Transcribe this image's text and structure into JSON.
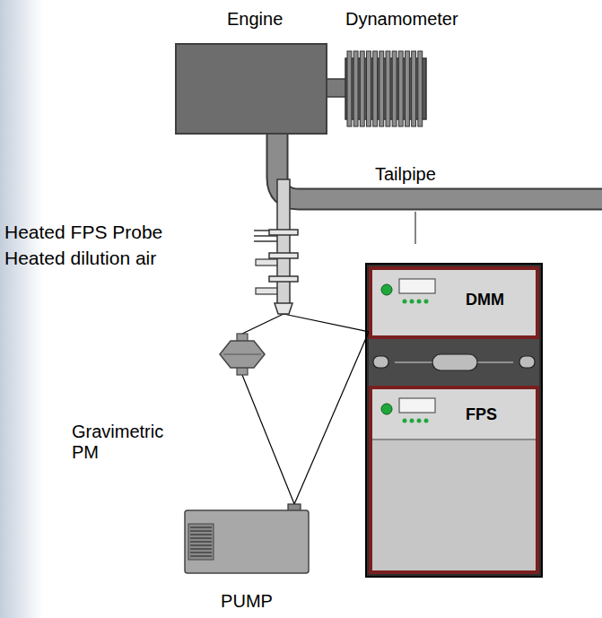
{
  "diagram": {
    "nodes": [
      {
        "text": [
          "Engine"
        ]
      },
      {
        "text": [
          "Dynamometer"
        ]
      },
      {
        "text": [
          "Heated FPS Probe",
          "Heated dilution air"
        ]
      },
      {
        "text": [
          "Gravimetric PM"
        ]
      },
      {
        "text": [
          "DMM"
        ]
      },
      {
        "text": [
          "FPS"
        ]
      },
      {
        "text": [
          "PUMP"
        ]
      }
    ],
    "edges": [
      {
        "from": 2,
        "to": 3,
        "arrow": "none"
      },
      {
        "from": 2,
        "to": 4,
        "arrow": "none"
      },
      {
        "from": 3,
        "to": 6,
        "arrow": "none"
      },
      {
        "from": 4,
        "to": 6,
        "arrow": "none"
      }
    ],
    "labels": [
      "Tailpipe"
    ]
  }
}
